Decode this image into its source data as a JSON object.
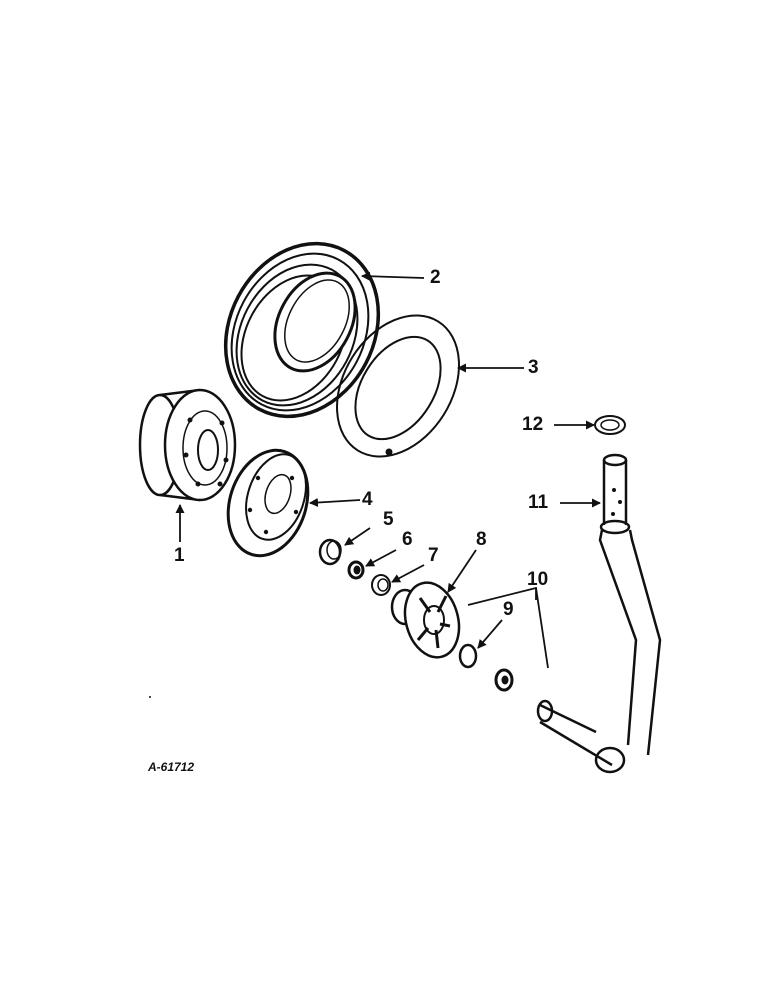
{
  "figure_ref": "A-61712",
  "callouts": [
    {
      "id": "1",
      "label": "1"
    },
    {
      "id": "2",
      "label": "2"
    },
    {
      "id": "3",
      "label": "3"
    },
    {
      "id": "4",
      "label": "4"
    },
    {
      "id": "5",
      "label": "5"
    },
    {
      "id": "6",
      "label": "6"
    },
    {
      "id": "7",
      "label": "7"
    },
    {
      "id": "8",
      "label": "8"
    },
    {
      "id": "9",
      "label": "9"
    },
    {
      "id": "10",
      "label": "10"
    },
    {
      "id": "11",
      "label": "11"
    },
    {
      "id": "12",
      "label": "12"
    }
  ]
}
